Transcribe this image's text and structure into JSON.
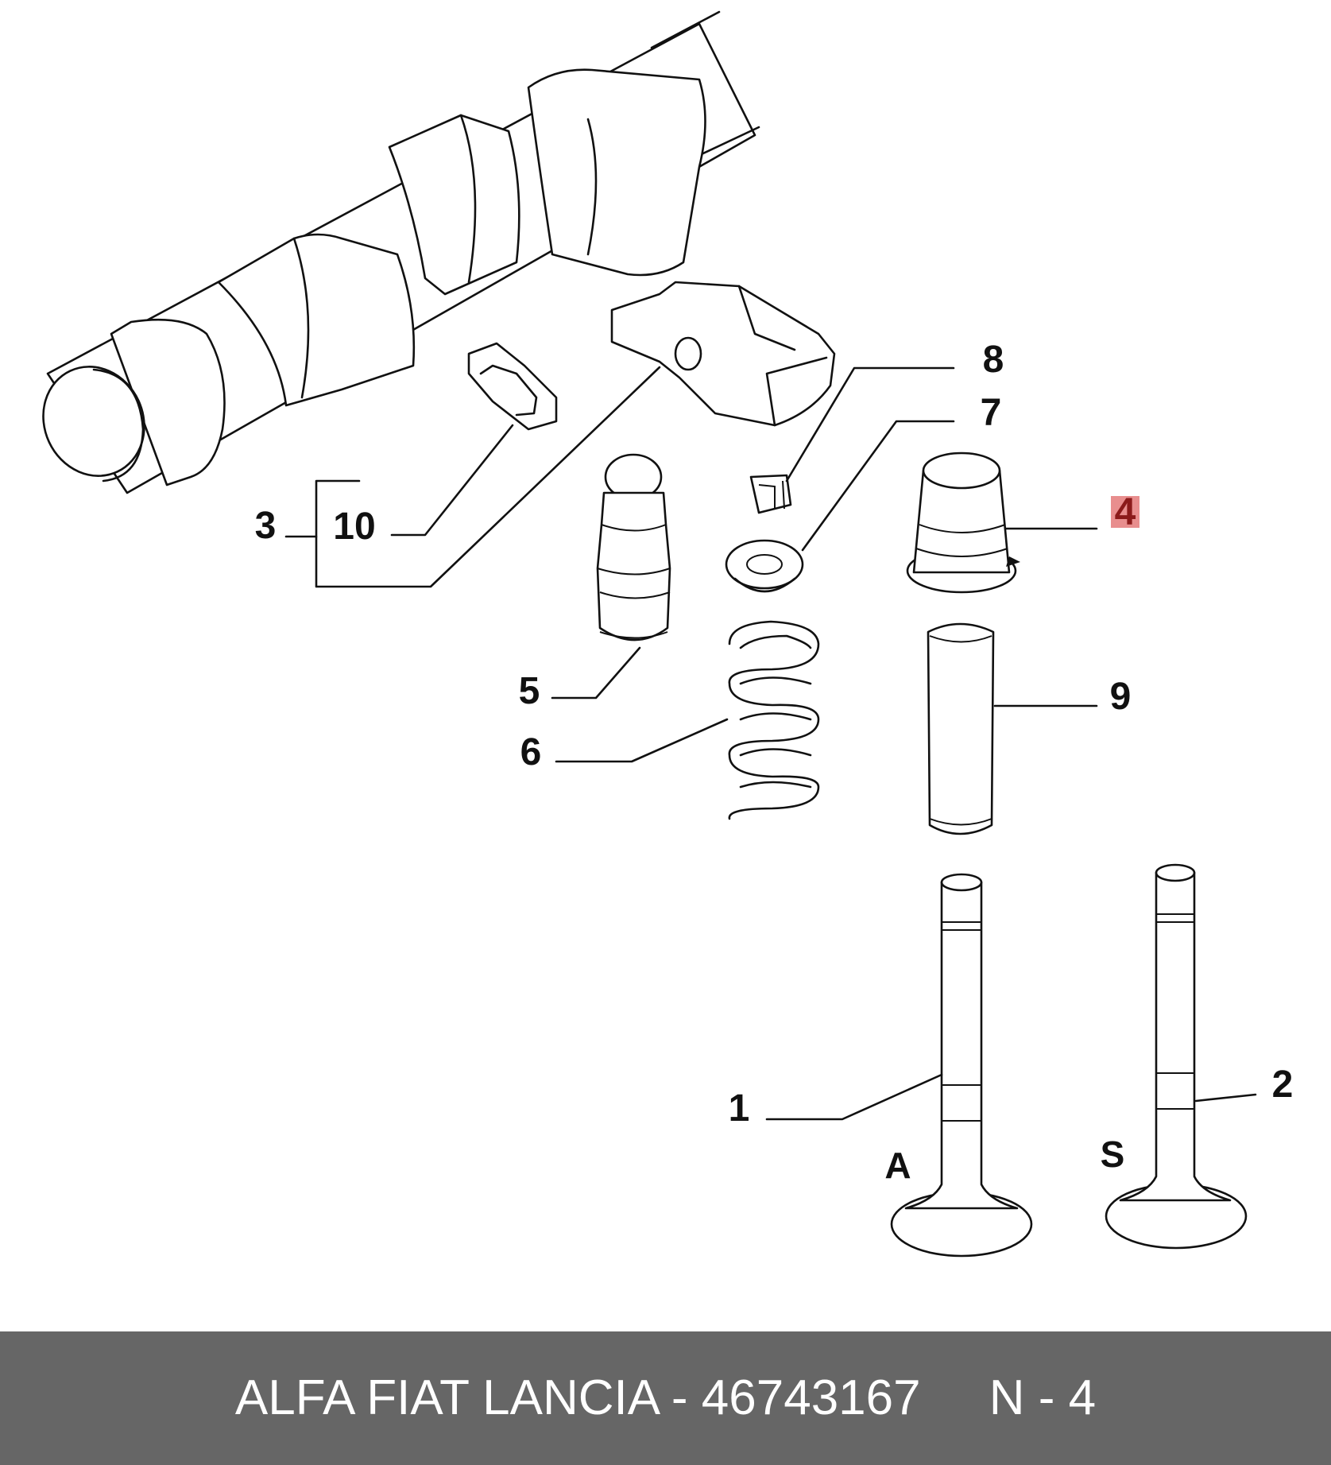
{
  "diagram": {
    "callouts": {
      "c1": "1",
      "c2": "2",
      "c3": "3",
      "c4": "4",
      "c5": "5",
      "c6": "6",
      "c7": "7",
      "c8": "8",
      "c9": "9",
      "c10": "10"
    },
    "letters": {
      "intake": "A",
      "exhaust": "S"
    },
    "highlight_color": "#e88e8e"
  },
  "footer": {
    "brand_part": "ALFA FIAT LANCIA - 46743167",
    "position_ref": "N - 4",
    "background_color": "#666666"
  }
}
